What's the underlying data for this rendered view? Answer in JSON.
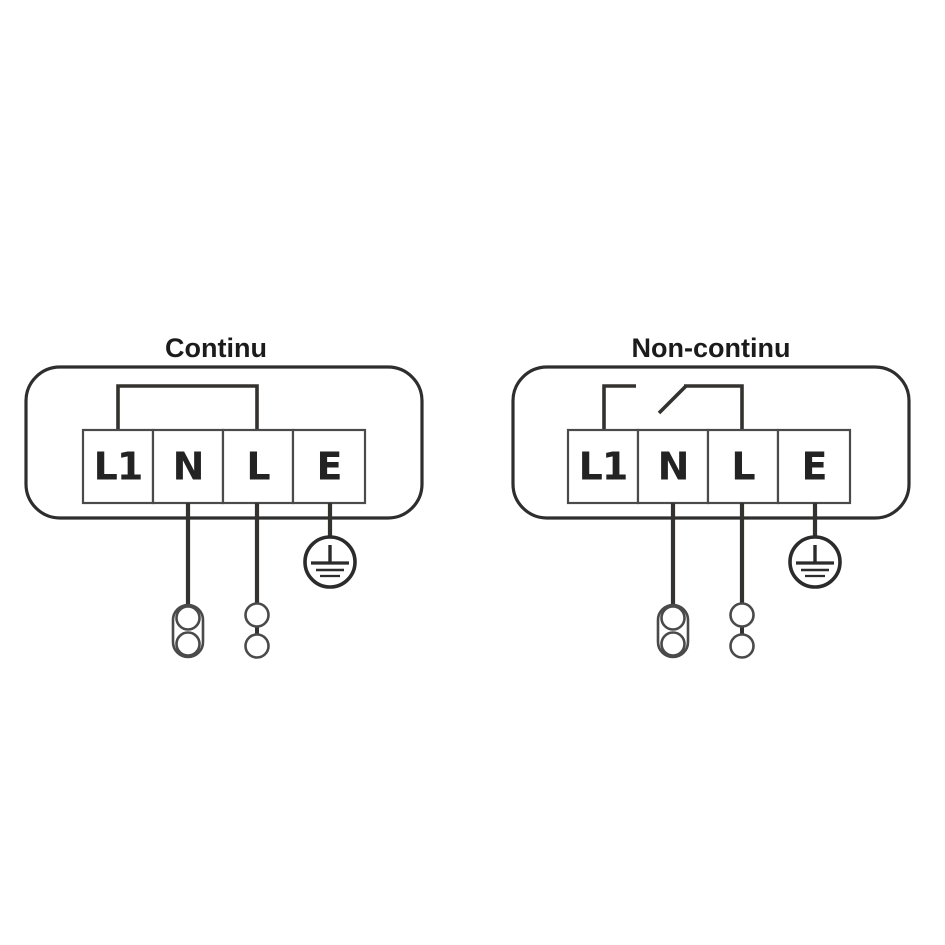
{
  "page": {
    "background_color": "#ffffff",
    "stroke_color": "#33322f",
    "label_color": "#232323",
    "title_color": "#1b1b1b"
  },
  "diagrams": [
    {
      "id": "continu",
      "title": "Continu",
      "wiring_mode": "continuous-link",
      "link_description": "closed jumper link between L1 and L",
      "terminals": [
        {
          "label": "L1",
          "name": "terminal-l1"
        },
        {
          "label": "N",
          "name": "terminal-n"
        },
        {
          "label": "L",
          "name": "terminal-l"
        },
        {
          "label": "E",
          "name": "terminal-e"
        }
      ],
      "outputs": [
        {
          "from": "N",
          "connector": "capsule-two-circles",
          "name": "connector-neutral"
        },
        {
          "from": "L",
          "connector": "two-circles-linked",
          "name": "connector-live"
        },
        {
          "from": "E",
          "connector": "earth-symbol",
          "name": "connector-earth"
        }
      ]
    },
    {
      "id": "non-continu",
      "title": "Non-continu",
      "wiring_mode": "switched-open",
      "link_description": "open switch between L1 and L",
      "terminals": [
        {
          "label": "L1",
          "name": "terminal-l1"
        },
        {
          "label": "N",
          "name": "terminal-n"
        },
        {
          "label": "L",
          "name": "terminal-l"
        },
        {
          "label": "E",
          "name": "terminal-e"
        }
      ],
      "outputs": [
        {
          "from": "N",
          "connector": "capsule-two-circles",
          "name": "connector-neutral"
        },
        {
          "from": "L",
          "connector": "two-circles-linked",
          "name": "connector-live"
        },
        {
          "from": "E",
          "connector": "earth-symbol",
          "name": "connector-earth"
        }
      ]
    }
  ]
}
